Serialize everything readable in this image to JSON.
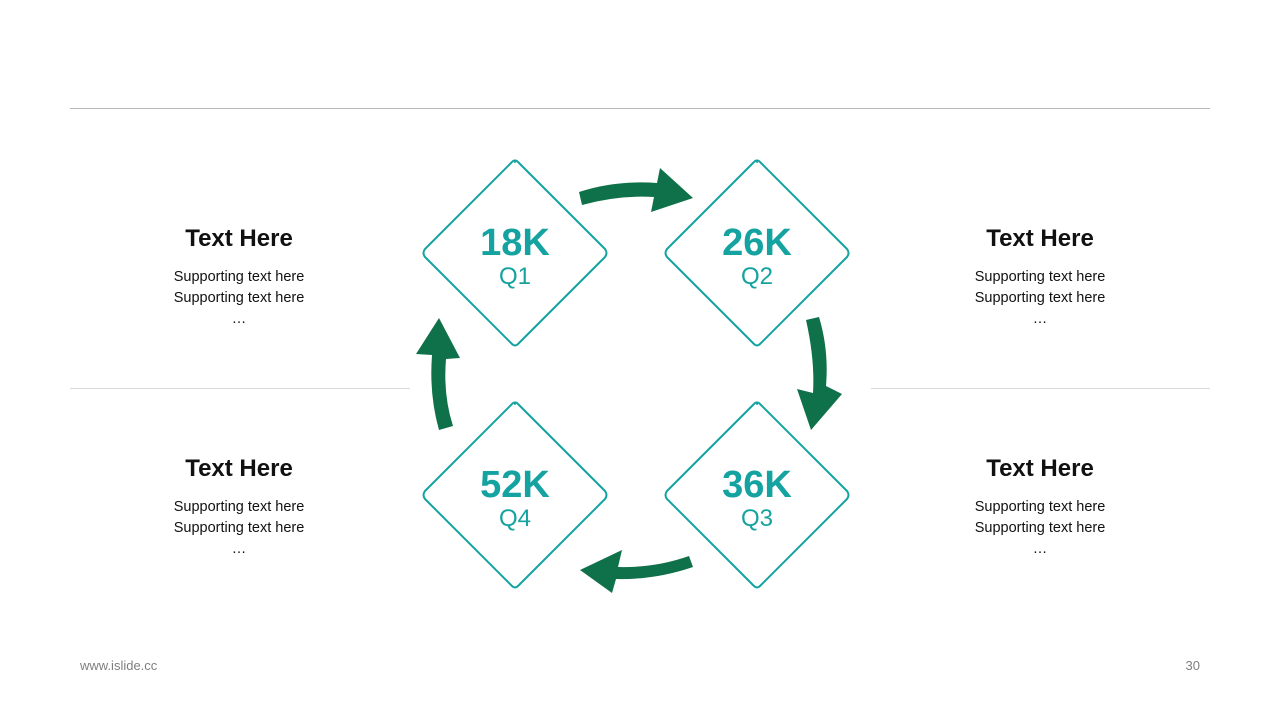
{
  "colors": {
    "diamond_stroke": "#14a3a0",
    "arrow_fill": "#0f7149",
    "value_text": "#14a3a0"
  },
  "blocks": {
    "top_left": {
      "heading": "Text Here",
      "line1": "Supporting text here",
      "line2": "Supporting text here",
      "ellipsis": "…"
    },
    "top_right": {
      "heading": "Text Here",
      "line1": "Supporting text here",
      "line2": "Supporting text here",
      "ellipsis": "…"
    },
    "bottom_left": {
      "heading": "Text Here",
      "line1": "Supporting text here",
      "line2": "Supporting text here",
      "ellipsis": "…"
    },
    "bottom_right": {
      "heading": "Text Here",
      "line1": "Supporting text here",
      "line2": "Supporting text here",
      "ellipsis": "…"
    }
  },
  "nodes": {
    "q1": {
      "value": "18K",
      "label": "Q1"
    },
    "q2": {
      "value": "26K",
      "label": "Q2"
    },
    "q3": {
      "value": "36K",
      "label": "Q3"
    },
    "q4": {
      "value": "52K",
      "label": "Q4"
    }
  },
  "footer": {
    "url": "www.islide.cc",
    "page": "30"
  }
}
